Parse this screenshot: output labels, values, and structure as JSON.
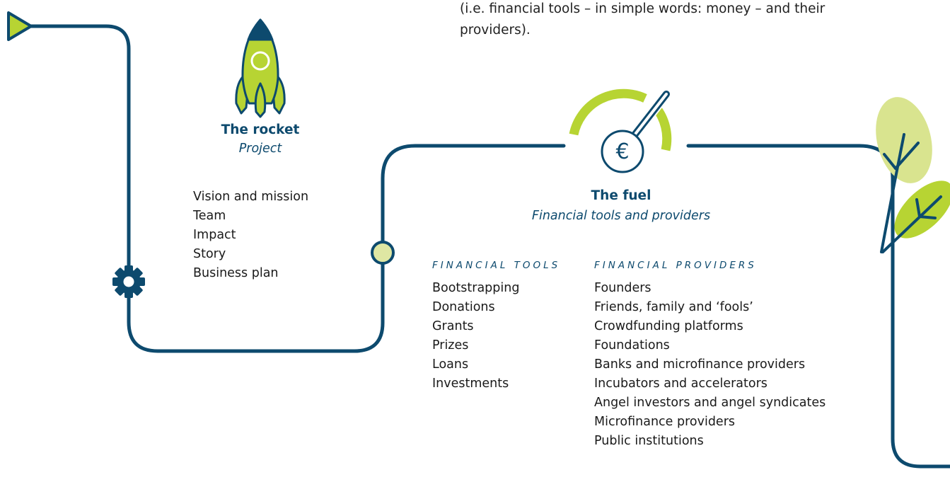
{
  "intro_text": "(i.e. financial tools – in simple words: money – and their providers).",
  "rocket": {
    "title": "The rocket",
    "subtitle": "Project",
    "items": [
      "Vision and mission",
      "Team",
      "Impact",
      "Story",
      "Business plan"
    ]
  },
  "fuel": {
    "title": "The fuel",
    "subtitle": "Financial tools and providers",
    "currency_symbol": "€",
    "tools_header": "FINANCIAL TOOLS",
    "tools": [
      "Bootstrapping",
      "Donations",
      "Grants",
      "Prizes",
      "Loans",
      "Investments"
    ],
    "providers_header": "FINANCIAL PROVIDERS",
    "providers": [
      "Founders",
      "Friends, family and ‘fools’",
      "Crowdfunding platforms",
      "Foundations",
      "Banks and microfinance providers",
      "Incubators and accelerators",
      "Angel investors and angel syndicates",
      "Microfinance providers",
      "Public institutions"
    ]
  },
  "colors": {
    "path": "#0d4a6e",
    "lime": "#b7d433",
    "pale_lime": "#d9e48f",
    "circle_fill": "#dfe7a3"
  },
  "icons": [
    "play-triangle-icon",
    "rocket-icon",
    "gear-icon",
    "path-circle-node-icon",
    "fuel-gauge-icon",
    "euro-icon",
    "leaf-plant-icon"
  ]
}
